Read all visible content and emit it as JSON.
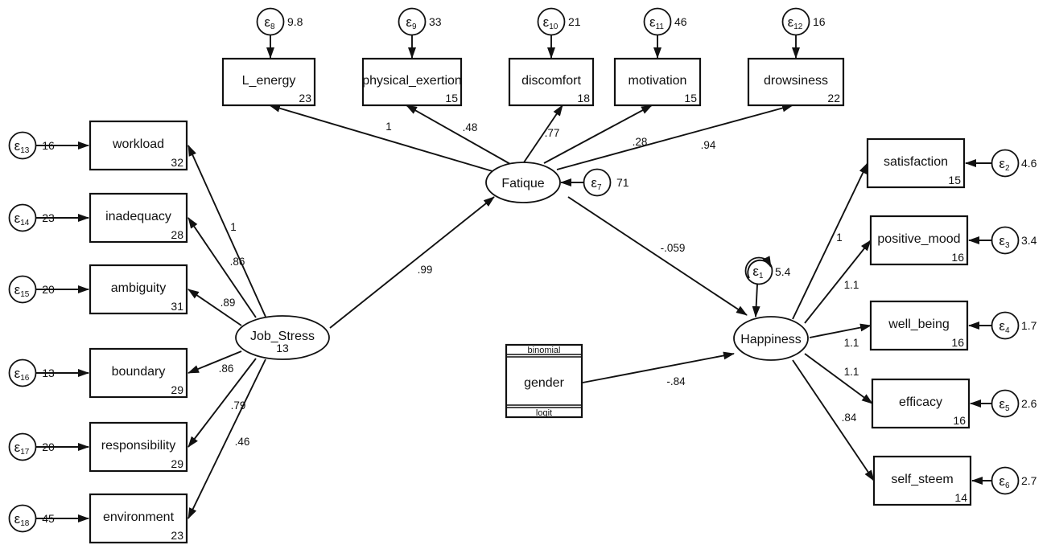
{
  "title": "Structural equation model path diagram",
  "latent": {
    "fatique": {
      "label": "Fatique",
      "error": {
        "id": "7",
        "variance": "71"
      }
    },
    "job_stress": {
      "label": "Job_Stress",
      "variance": "13"
    },
    "happiness": {
      "label": "Happiness",
      "error": {
        "id": "1",
        "variance": "5.4"
      }
    }
  },
  "fatigue_indicators": [
    {
      "label": "L_energy",
      "intercept": "23",
      "loading": "1",
      "error_id": "8",
      "error_variance": "9.8"
    },
    {
      "label": "physical_exertion",
      "intercept": "15",
      "loading": ".48",
      "error_id": "9",
      "error_variance": "33"
    },
    {
      "label": "discomfort",
      "intercept": "18",
      "loading": ".77",
      "error_id": "10",
      "error_variance": "21"
    },
    {
      "label": "motivation",
      "intercept": "15",
      "loading": ".28",
      "error_id": "11",
      "error_variance": "46"
    },
    {
      "label": "drowsiness",
      "intercept": "22",
      "loading": ".94",
      "error_id": "12",
      "error_variance": "16"
    }
  ],
  "stress_indicators": [
    {
      "label": "workload",
      "intercept": "32",
      "loading": "1",
      "error_id": "13",
      "error_variance": "16"
    },
    {
      "label": "inadequacy",
      "intercept": "28",
      "loading": ".86",
      "error_id": "14",
      "error_variance": "23"
    },
    {
      "label": "ambiguity",
      "intercept": "31",
      "loading": ".89",
      "error_id": "15",
      "error_variance": "20"
    },
    {
      "label": "boundary",
      "intercept": "29",
      "loading": ".86",
      "error_id": "16",
      "error_variance": "13"
    },
    {
      "label": "responsibility",
      "intercept": "29",
      "loading": ".79",
      "error_id": "17",
      "error_variance": "20"
    },
    {
      "label": "environment",
      "intercept": "23",
      "loading": ".46",
      "error_id": "18",
      "error_variance": "45"
    }
  ],
  "happiness_indicators": [
    {
      "label": "satisfaction",
      "intercept": "15",
      "loading": "1",
      "error_id": "2",
      "error_variance": "4.6"
    },
    {
      "label": "positive_mood",
      "intercept": "16",
      "loading": "1.1",
      "error_id": "3",
      "error_variance": "3.4"
    },
    {
      "label": "well_being",
      "intercept": "16",
      "loading": "1.1",
      "error_id": "4",
      "error_variance": "1.7"
    },
    {
      "label": "efficacy",
      "intercept": "16",
      "loading": "1.1",
      "error_id": "5",
      "error_variance": "2.6"
    },
    {
      "label": "self_steem",
      "intercept": "14",
      "loading": ".84",
      "error_id": "6",
      "error_variance": "2.7"
    }
  ],
  "gender": {
    "label": "gender",
    "family": "binomial",
    "link": "logit"
  },
  "structural_paths": [
    {
      "from": "Job_Stress",
      "to": "Fatique",
      "coef": ".99"
    },
    {
      "from": "Fatique",
      "to": "Happiness",
      "coef": "-.059"
    },
    {
      "from": "gender",
      "to": "Happiness",
      "coef": "-.84"
    }
  ],
  "epsilon_symbol": "ε"
}
